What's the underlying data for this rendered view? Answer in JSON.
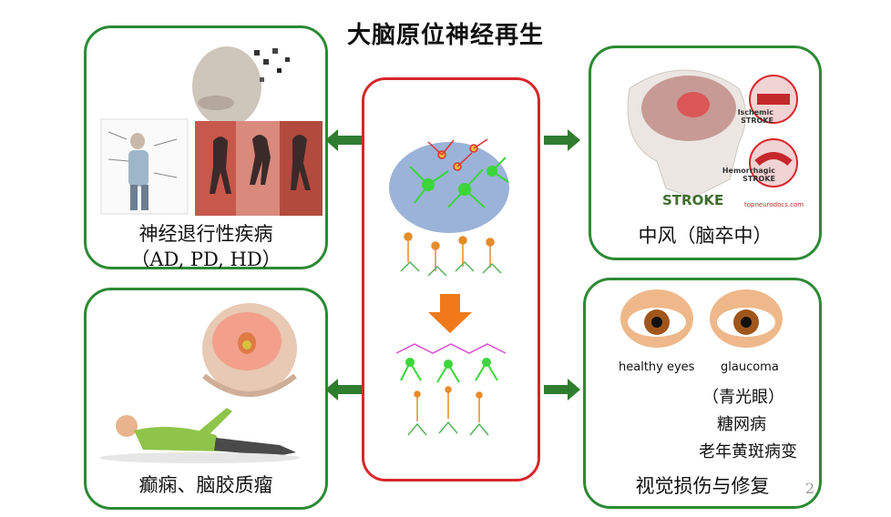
{
  "title": "大脑原位神经再生",
  "panels": {
    "top_left": {
      "line1": "神经退行性疾病",
      "line2": "（AD, PD, HD）"
    },
    "bottom_left": {
      "caption": "癫痫、脑胶质瘤"
    },
    "top_right": {
      "caption": "中风（脑卒中）",
      "stroke_label": "STROKE",
      "ischemic": "Ischemic STROKE",
      "hemorrhagic": "Hemorrhagic STROKE",
      "site": "topneurodocs.com"
    },
    "bottom_right": {
      "eye1": "healthy eyes",
      "eye2": "glaucoma",
      "items": [
        "（青光眼）",
        "糖网病",
        "老年黄斑病变"
      ],
      "caption": "视觉损伤与修复"
    }
  },
  "page_number": "2",
  "colors": {
    "panel_border": "#2c8a34",
    "center_border": "#d9262a",
    "arrow_green": "#2f7d2f",
    "arrow_orange": "#f07a1a"
  }
}
